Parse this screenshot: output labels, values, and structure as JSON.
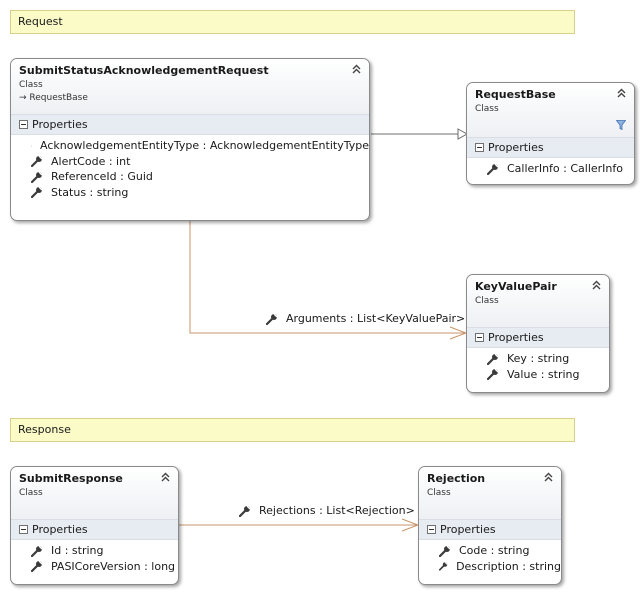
{
  "sections": {
    "request": "Request",
    "response": "Response"
  },
  "classes": {
    "submitStatusAck": {
      "name": "SubmitStatusAcknowledgementRequest",
      "kind": "Class",
      "base": "RequestBase",
      "properties_label": "Properties",
      "properties": [
        "AcknowledgementEntityType : AcknowledgementEntityType",
        "AlertCode : int",
        "ReferenceId : Guid",
        "Status : string"
      ]
    },
    "requestBase": {
      "name": "RequestBase",
      "kind": "Class",
      "properties_label": "Properties",
      "properties": [
        "CallerInfo : CallerInfo"
      ]
    },
    "keyValuePair": {
      "name": "KeyValuePair",
      "kind": "Class",
      "properties_label": "Properties",
      "properties": [
        "Key : string",
        "Value : string"
      ]
    },
    "submitResponse": {
      "name": "SubmitResponse",
      "kind": "Class",
      "properties_label": "Properties",
      "properties": [
        "Id : string",
        "PASICoreVersion : long"
      ]
    },
    "rejection": {
      "name": "Rejection",
      "kind": "Class",
      "properties_label": "Properties",
      "properties": [
        "Code : string",
        "Description : string"
      ]
    }
  },
  "associations": {
    "arguments": "Arguments : List<KeyValuePair>",
    "rejections": "Rejections : List<Rejection>"
  },
  "colors": {
    "association_line": "#c8956a",
    "inheritance_line": "#6d6d6d",
    "section_fill": "#fbfbc8"
  },
  "icons": {
    "property": "wrench-icon",
    "collapse": "double-chevron-up-icon",
    "base": "inheritance-arrow-icon",
    "filter": "filter-icon"
  }
}
